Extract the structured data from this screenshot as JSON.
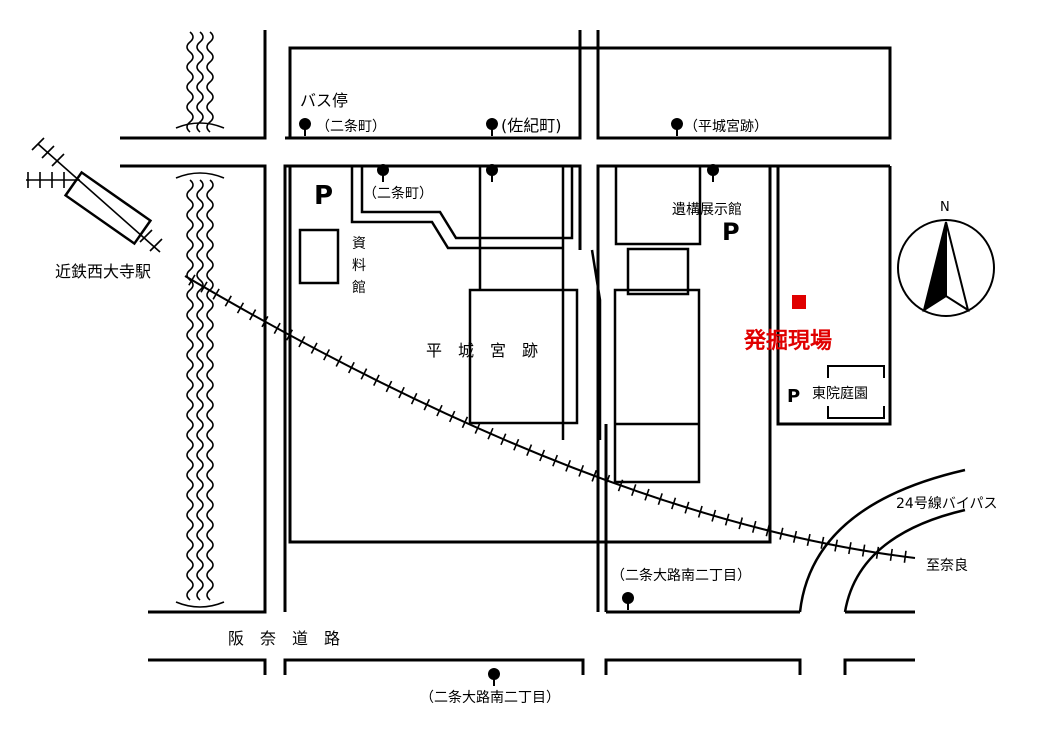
{
  "colors": {
    "line": "#000000",
    "background": "#ffffff",
    "site": "#e00000"
  },
  "labels": {
    "bus_stop": "バス停",
    "stop_nijo": "（二条町）",
    "stop_saki": "(佐紀町)",
    "stop_heijo": "（平城宮跡）",
    "stop_nijo_2": "（二条町）",
    "museum_shiryokan": [
      "資",
      "料",
      "館"
    ],
    "ikou_museum": "遺構展示館",
    "station": "近鉄西大寺駅",
    "heijo_palace": "平　城　宮　跡",
    "excavation_site": "発掘現場",
    "east_garden": "東院庭園",
    "bypass": "24号線バイパス",
    "to_nara": "至奈良",
    "stop_south_1": "（二条大路南二丁目）",
    "stop_south_2": "（二条大路南二丁目）",
    "hanna_road": "阪　奈　道　路",
    "parking": "P",
    "north": "N"
  },
  "icons": [
    "bus-stop-icon",
    "parking-icon",
    "north-arrow-icon",
    "railway-track",
    "river",
    "station-building"
  ]
}
